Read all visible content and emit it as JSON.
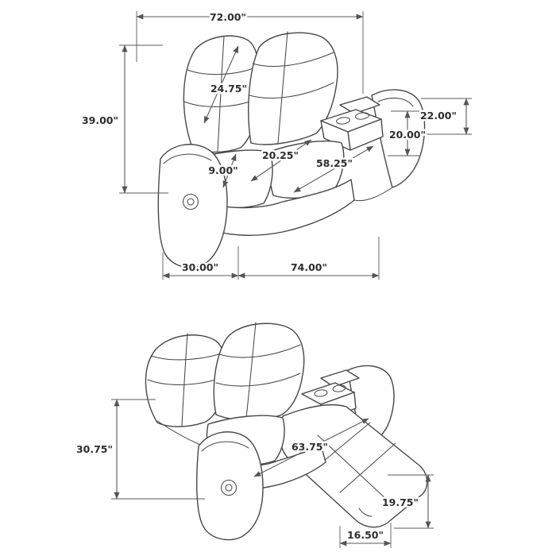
{
  "page": {
    "background": "#ffffff",
    "art_line_color": "#474747",
    "dim_line_color": "#5a5a5a",
    "dim_text_color": "#2e2e2e"
  },
  "upright_view": {
    "dims": {
      "overall_width": "72.00\"",
      "overall_height": "39.00\"",
      "back_cushion_height": "24.75\"",
      "arm_height": "22.00\"",
      "console_height": "20.00\"",
      "seat_depth": "20.25\"",
      "seat_width": "58.25\"",
      "seat_cushion_height": "9.00\"",
      "base_depth": "30.00\"",
      "extended_width": "74.00\""
    }
  },
  "reclined_view": {
    "dims": {
      "reclined_height": "30.75\"",
      "reclined_depth": "63.75\"",
      "footrest_height": "19.75\"",
      "footrest_length": "16.50\""
    }
  }
}
